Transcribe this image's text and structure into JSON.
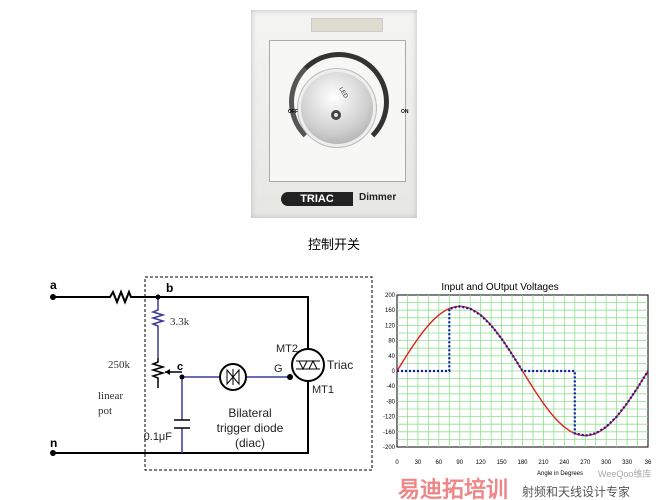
{
  "photo": {
    "brand_label": "TRIAC",
    "product_label": "Dimmer",
    "off_label": "OFF",
    "on_label": "ON",
    "knob_label": "LED"
  },
  "caption": "控制开关",
  "circuit": {
    "node_a": "a",
    "node_b": "b",
    "node_c": "c",
    "node_n": "n",
    "r1_label": "3.3k",
    "pot_value": "250k",
    "pot_desc1": "linear",
    "pot_desc2": "pot",
    "cap_label": "0.1μF",
    "gate_label": "G",
    "mt2_label": "MT2",
    "mt1_label": "MT1",
    "triac_label": "Triac",
    "diac_line1": "Bilateral",
    "diac_line2": "trigger diode",
    "diac_line3": "(diac)"
  },
  "chart_data": {
    "type": "line",
    "title": "Input and OUtput Voltages",
    "xlabel": "Angle in Degrees",
    "ylabel": "",
    "xlim": [
      0,
      360
    ],
    "ylim": [
      -200,
      200
    ],
    "grid": true,
    "xticks": [
      0,
      30,
      60,
      90,
      120,
      150,
      180,
      210,
      240,
      270,
      300,
      330,
      360
    ],
    "xtick_labels": [
      "0",
      "30",
      "60",
      "90",
      "120",
      "150",
      "180",
      "210",
      "240",
      "270",
      "300",
      "330",
      "36"
    ],
    "yticks": [
      200,
      160,
      120,
      80,
      40,
      0,
      -40,
      -80,
      -120,
      -160,
      -200
    ],
    "series": [
      {
        "name": "Input",
        "color": "#e02020",
        "style": "solid",
        "x": [
          0,
          15,
          30,
          45,
          60,
          75,
          90,
          105,
          120,
          135,
          150,
          165,
          180,
          195,
          210,
          225,
          240,
          255,
          270,
          285,
          300,
          315,
          330,
          345,
          360
        ],
        "y": [
          0,
          44,
          85,
          120,
          147,
          164,
          170,
          164,
          147,
          120,
          85,
          44,
          0,
          -44,
          -85,
          -120,
          -147,
          -164,
          -170,
          -164,
          -147,
          -120,
          -85,
          -44,
          0
        ]
      },
      {
        "name": "Output",
        "color": "#1a1aa8",
        "style": "dotted",
        "x": [
          0,
          15,
          30,
          45,
          60,
          75,
          75,
          90,
          105,
          120,
          135,
          150,
          165,
          180,
          195,
          210,
          225,
          240,
          255,
          255,
          270,
          285,
          300,
          315,
          330,
          345,
          360
        ],
        "y": [
          0,
          0,
          0,
          0,
          0,
          0,
          164,
          170,
          164,
          147,
          120,
          85,
          44,
          0,
          0,
          0,
          0,
          0,
          0,
          -164,
          -170,
          -164,
          -147,
          -120,
          -85,
          -44,
          0
        ]
      }
    ]
  },
  "watermark": {
    "line1": "易迪拓培训",
    "line2": "WeeQoo维库",
    "line3": "射频和天线设计专家"
  }
}
